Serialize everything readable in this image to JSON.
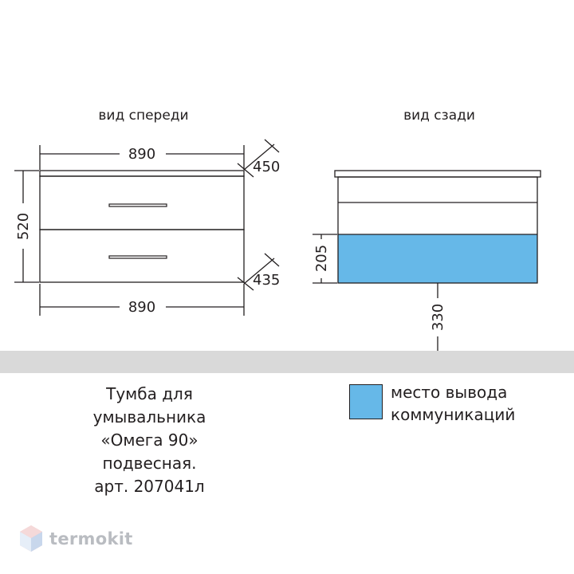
{
  "views": {
    "front_title": "вид спереди",
    "back_title": "вид сзади"
  },
  "dimensions": {
    "front_width_top": "890",
    "front_width_bottom": "890",
    "front_height": "520",
    "depth_top": "450",
    "depth_bottom": "435",
    "back_outlet_height": "205",
    "back_outlet_offset": "330"
  },
  "caption": {
    "line1": "Тумба для",
    "line2": "умывальника",
    "line3": "«Омега 90»",
    "line4": "подвесная.",
    "line5": "арт. 207041л"
  },
  "legend": {
    "line1": "место вывода",
    "line2": "коммуникаций",
    "color": "#66b8e8"
  },
  "brand": {
    "name": "termokit"
  }
}
